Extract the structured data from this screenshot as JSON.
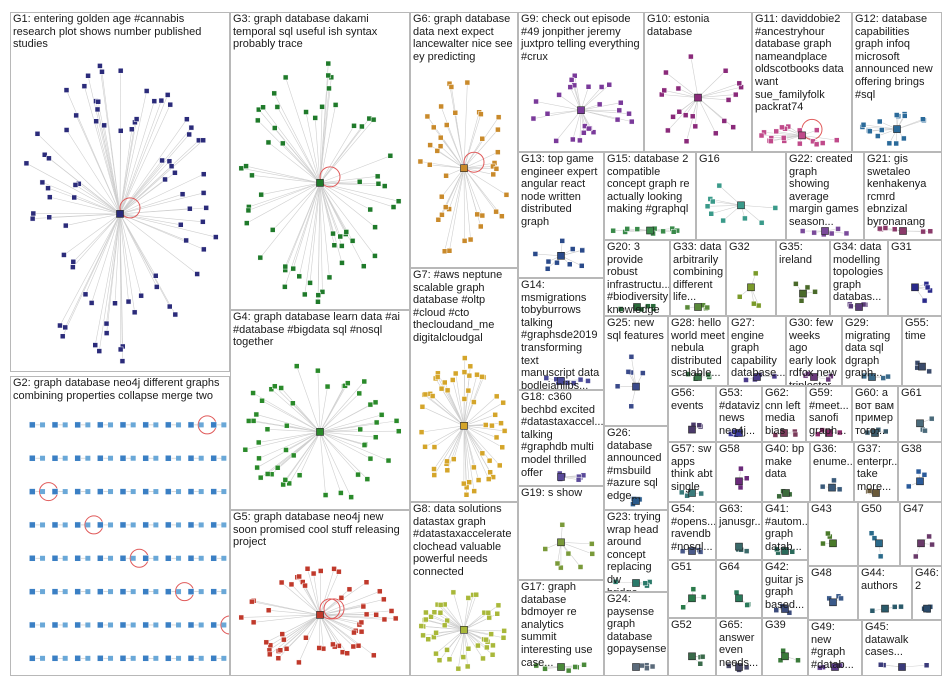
{
  "groups": [
    {
      "id": "G1",
      "label": "G1: entering golden age #cannabis\nresearch plot shows number published\nstudies",
      "color": "#2b2b7a",
      "layout": "radial",
      "nodes": 80,
      "loops": 1
    },
    {
      "id": "G2",
      "label": "G2: graph database neo4j different graphs\ncombining properties collapse merge two",
      "color": "#3a7fc4",
      "layout": "grid",
      "nodes": 72,
      "loops": 7
    },
    {
      "id": "G3",
      "label": "G3: graph database dakami\ntemporal sql useful ish syntax\nprobably trace",
      "color": "#1f7a2a",
      "layout": "radial",
      "nodes": 60,
      "loops": 1
    },
    {
      "id": "G4",
      "label": "G4: graph database learn data #ai\n#database #bigdata sql #nosql\ntogether",
      "color": "#2a8a2a",
      "layout": "radial",
      "nodes": 50,
      "loops": 0
    },
    {
      "id": "G5",
      "label": "G5: graph database neo4j new\nsoon promised cool stuff releasing\nproject",
      "color": "#c0392b",
      "layout": "radial",
      "nodes": 55,
      "loops": 2
    },
    {
      "id": "G6",
      "label": "G6: graph database\ndata next expect\nlancewalter nice see\ney predicting",
      "color": "#c98a2b",
      "layout": "radial",
      "nodes": 40,
      "loops": 1
    },
    {
      "id": "G7",
      "label": "G7: #aws neptune\nscalable graph\ndatabase #oltp\n#cloud #cto\ntheclouda​nd_me\ndigitalcloudgal",
      "color": "#d4a52a",
      "layout": "radial",
      "nodes": 55,
      "loops": 0
    },
    {
      "id": "G8",
      "label": "G8: data solutions\ndatastax graph\n#datastaxaccelerate\nclochead valuable\npowerful needs\nconnected",
      "color": "#a9b83a",
      "layout": "radial",
      "nodes": 45,
      "loops": 0
    },
    {
      "id": "G9",
      "label": "G9: check out episode\n#49 jonpither jeremy\njuxtpro telling everything\n#crux",
      "color": "#7a3a9a",
      "layout": "radial",
      "nodes": 25,
      "loops": 0
    },
    {
      "id": "G10",
      "label": "G10: estonia\ndatabase",
      "color": "#8a2a7a",
      "layout": "radial",
      "nodes": 20,
      "loops": 0
    },
    {
      "id": "G11",
      "label": "G11: daviddobie2\n#ancestryhour\ndatabase graph\nnameandplace\noldscotbooks data\nwant\nsue_familyfolk\npackrat74",
      "color": "#c04a8a",
      "layout": "radial",
      "nodes": 18,
      "loops": 1
    },
    {
      "id": "G12",
      "label": "G12: database\ncapabilities\ngraph infoq\nmicrosoft\nannounced new\noffering brings\n#sql",
      "color": "#2a6a9a",
      "layout": "radial",
      "nodes": 16,
      "loops": 0
    },
    {
      "id": "G13",
      "label": "G13: top game\nengineer expert\nangular react\nnode written\ndistributed\ngraph",
      "color": "#2a4a8a",
      "layout": "radial",
      "nodes": 10,
      "loops": 0
    },
    {
      "id": "G14",
      "label": "G14:\nmsmigrations\ntobyburrows\ntalking\n#graphsde2019\ntransforming text\nmanuscript data\nbodleianlibs...",
      "color": "#4a4a9a",
      "layout": "radial",
      "nodes": 8,
      "loops": 0
    },
    {
      "id": "G15",
      "label": "G15: database 2\ncompatible\nconcept graph re\nactually looking\nmaking #graphql",
      "color": "#3a8a4a",
      "layout": "radial",
      "nodes": 10,
      "loops": 0
    },
    {
      "id": "G16",
      "label": "G16",
      "color": "#3a9a8a",
      "layout": "radial",
      "nodes": 9,
      "loops": 0
    },
    {
      "id": "G17",
      "label": "G17: graph\ndatabase\nbdmoyer re\nanalytics\nsummit\ninteresting use\ncase...",
      "color": "#4a8a3a",
      "layout": "radial",
      "nodes": 7,
      "loops": 0
    },
    {
      "id": "G18",
      "label": "G18: c360\nbechbd excited\n#datastaxaccel...\ntalking\n#graphdb multi\nmodel thrilled\noffer",
      "color": "#5a4a9a",
      "layout": "radial",
      "nodes": 7,
      "loops": 0
    },
    {
      "id": "G19",
      "label": "G19: s show",
      "color": "#7a9a3a",
      "layout": "radial",
      "nodes": 8,
      "loops": 0
    },
    {
      "id": "G20",
      "label": "G20: 3\nprovide\nrobust\ninfrastructu...\n#biodiversity\nknowledge\nmanageme...",
      "color": "#2a6a3a",
      "layout": "radial",
      "nodes": 5,
      "loops": 0
    },
    {
      "id": "G21",
      "label": "G21: gis\nswetaleo\nkenhakenya\nrcmrd\nebnzizal\nbyronanang",
      "color": "#8a3a6a",
      "layout": "radial",
      "nodes": 6,
      "loops": 0
    },
    {
      "id": "G22",
      "label": "G22: created\ngraph\nshowing\naverage\nmargin games\nseason...",
      "color": "#7a4a9a",
      "layout": "radial",
      "nodes": 6,
      "loops": 0
    },
    {
      "id": "G23",
      "label": "G23: trying\nwrap head\naround\nconcept\nreplacing dw\nbridge...",
      "color": "#2a7a6a",
      "layout": "radial",
      "nodes": 4,
      "loops": 0
    },
    {
      "id": "G24",
      "label": "G24:\npaysense\ngraph\ndatabase\ngopaysense",
      "color": "#5a6a7a",
      "layout": "radial",
      "nodes": 4,
      "loops": 0
    },
    {
      "id": "G25",
      "label": "G25: new\nsql features",
      "color": "#3a4a8a",
      "layout": "radial",
      "nodes": 6,
      "loops": 0
    },
    {
      "id": "G26",
      "label": "G26:\ndatabase\nannounced\n#msbuild\n#azure sql\nedge...",
      "color": "#2a5a8a",
      "layout": "radial",
      "nodes": 4,
      "loops": 0
    },
    {
      "id": "G27",
      "label": "G27:\nengine\ngraph\ncapability\ndatabase...",
      "color": "#4a3a8a",
      "layout": "radial",
      "nodes": 4,
      "loops": 0
    },
    {
      "id": "G28",
      "label": "G28: hello\nworld meet\nnebula\ndistributed\nscalable...",
      "color": "#3a7a4a",
      "layout": "radial",
      "nodes": 4,
      "loops": 0
    },
    {
      "id": "G29",
      "label": "G29:\nmigrating\ndata sql\ndgraph\ngraph...",
      "color": "#3a6a8a",
      "layout": "radial",
      "nodes": 4,
      "loops": 0
    },
    {
      "id": "G30",
      "label": "G30: few\nweeks ago\nearly look\nrdfox new\ntriplestor...",
      "color": "#6a3a7a",
      "layout": "radial",
      "nodes": 4,
      "loops": 0
    },
    {
      "id": "G31",
      "label": "G31",
      "color": "#2a2a8a",
      "layout": "radial",
      "nodes": 4,
      "loops": 0
    },
    {
      "id": "G32",
      "label": "G32",
      "color": "#7a9a2a",
      "layout": "radial",
      "nodes": 4,
      "loops": 0
    },
    {
      "id": "G33",
      "label": "G33: data\narbitrarily\ncombining\ndifferent\nlife...",
      "color": "#5a8a3a",
      "layout": "radial",
      "nodes": 4,
      "loops": 0
    },
    {
      "id": "G34",
      "label": "G34: data\nmodelling\ntopologies\ngraph\ndatabas...",
      "color": "#5a3a7a",
      "layout": "radial",
      "nodes": 4,
      "loops": 0
    },
    {
      "id": "G35",
      "label": "G35:\nireland",
      "color": "#4a6a2a",
      "layout": "radial",
      "nodes": 4,
      "loops": 0
    },
    {
      "id": "G36",
      "label": "G36:\nenume...",
      "color": "#3a5a7a",
      "layout": "radial",
      "nodes": 3,
      "loops": 0
    },
    {
      "id": "G37",
      "label": "G37:\nenterpr...\ntake\nmore...",
      "color": "#6a5a3a",
      "layout": "radial",
      "nodes": 3,
      "loops": 0
    },
    {
      "id": "G38",
      "label": "G38",
      "color": "#2a5a9a",
      "layout": "radial",
      "nodes": 3,
      "loops": 0
    },
    {
      "id": "G39",
      "label": "G39",
      "color": "#3a7a3a",
      "layout": "radial",
      "nodes": 3,
      "loops": 0
    },
    {
      "id": "G40",
      "label": "G40: bp\nmake\ndata",
      "color": "#3a6a3a",
      "layout": "radial",
      "nodes": 3,
      "loops": 0
    },
    {
      "id": "G41",
      "label": "G41:\n#autom...\ngraph\ndatab...",
      "color": "#2a6a5a",
      "layout": "radial",
      "nodes": 3,
      "loops": 0
    },
    {
      "id": "G42",
      "label": "G42:\nguitar js\ngraph\nbased...",
      "color": "#3a4a7a",
      "layout": "radial",
      "nodes": 3,
      "loops": 0
    },
    {
      "id": "G43",
      "label": "G43",
      "color": "#4a7a2a",
      "layout": "radial",
      "nodes": 3,
      "loops": 0
    },
    {
      "id": "G44",
      "label": "G44:\nauthors",
      "color": "#2a5a6a",
      "layout": "radial",
      "nodes": 3,
      "loops": 0
    },
    {
      "id": "G45",
      "label": "G45:\ndatawalk\ncases...",
      "color": "#3a3a7a",
      "layout": "radial",
      "nodes": 3,
      "loops": 0
    },
    {
      "id": "G46",
      "label": "G46:\n2",
      "color": "#2a4a6a",
      "layout": "radial",
      "nodes": 3,
      "loops": 0
    },
    {
      "id": "G47",
      "label": "G47",
      "color": "#6a3a6a",
      "layout": "radial",
      "nodes": 3,
      "loops": 0
    },
    {
      "id": "G48",
      "label": "G48",
      "color": "#3a5a8a",
      "layout": "radial",
      "nodes": 3,
      "loops": 0
    },
    {
      "id": "G49",
      "label": "G49:\nnew\n#graph\n#datab...",
      "color": "#5a3a8a",
      "layout": "radial",
      "nodes": 3,
      "loops": 0
    },
    {
      "id": "G50",
      "label": "G50",
      "color": "#2a6a8a",
      "layout": "radial",
      "nodes": 3,
      "loops": 0
    },
    {
      "id": "G51",
      "label": "G51",
      "color": "#2a7a4a",
      "layout": "radial",
      "nodes": 3,
      "loops": 0
    },
    {
      "id": "G52",
      "label": "G52",
      "color": "#3a6a4a",
      "layout": "radial",
      "nodes": 3,
      "loops": 0
    },
    {
      "id": "G53",
      "label": "G53:\n#dataviz\nnews\nneo4j...",
      "color": "#3a3a9a",
      "layout": "radial",
      "nodes": 3,
      "loops": 0
    },
    {
      "id": "G54",
      "label": "G54:\n#opens...\nravendb\n#nosql...",
      "color": "#4a5a8a",
      "layout": "radial",
      "nodes": 3,
      "loops": 0
    },
    {
      "id": "G55",
      "label": "G55:\ntime",
      "color": "#3a4a6a",
      "layout": "radial",
      "nodes": 3,
      "loops": 0
    },
    {
      "id": "G56",
      "label": "G56:\nevents",
      "color": "#4a3a6a",
      "layout": "radial",
      "nodes": 3,
      "loops": 0
    },
    {
      "id": "G57",
      "label": "G57: sw\napps\nthink abt\nsingle",
      "color": "#3a7a7a",
      "layout": "radial",
      "nodes": 3,
      "loops": 0
    },
    {
      "id": "G58",
      "label": "G58",
      "color": "#6a2a7a",
      "layout": "radial",
      "nodes": 3,
      "loops": 0
    },
    {
      "id": "G59",
      "label": "G59:\n#meet...\nsanofi\ngraph...",
      "color": "#8a2a6a",
      "layout": "radial",
      "nodes": 3,
      "loops": 0
    },
    {
      "id": "G60",
      "label": "G60: а\nвот вам\nпример\nтого...",
      "color": "#3a5a6a",
      "layout": "radial",
      "nodes": 3,
      "loops": 0
    },
    {
      "id": "G61",
      "label": "G61",
      "color": "#4a6a7a",
      "layout": "radial",
      "nodes": 3,
      "loops": 0
    },
    {
      "id": "G62",
      "label": "G62:\ncnn left\nmedia\nbias",
      "color": "#7a3a5a",
      "layout": "radial",
      "nodes": 3,
      "loops": 0
    },
    {
      "id": "G63",
      "label": "G63:\njanusgr...",
      "color": "#3a6a6a",
      "layout": "radial",
      "nodes": 3,
      "loops": 0
    },
    {
      "id": "G64",
      "label": "G64",
      "color": "#2a7a5a",
      "layout": "radial",
      "nodes": 3,
      "loops": 0
    },
    {
      "id": "G65",
      "label": "G65:\nanswer\neven\nneeds...",
      "color": "#4a4a6a",
      "layout": "radial",
      "nodes": 3,
      "loops": 0
    }
  ]
}
